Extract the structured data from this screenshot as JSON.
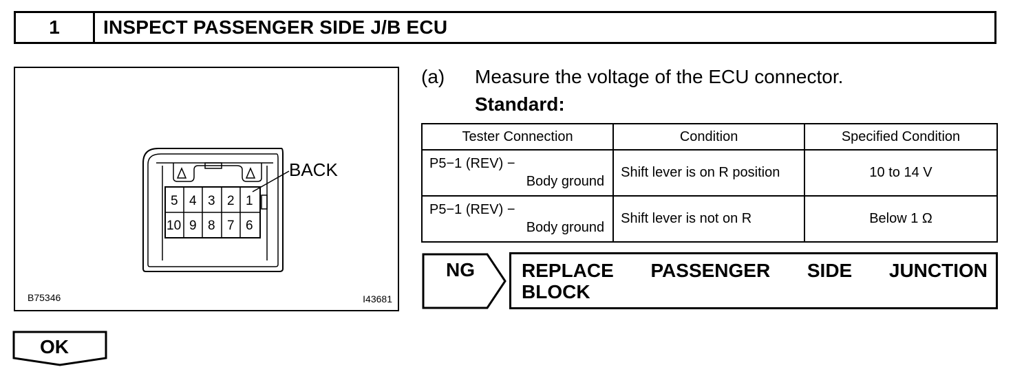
{
  "step": {
    "number": "1",
    "title": "INSPECT PASSENGER SIDE J/B ECU"
  },
  "figure": {
    "back_label": "BACK",
    "pins_top": [
      "5",
      "4",
      "3",
      "2",
      "1"
    ],
    "pins_bottom": [
      "10",
      "9",
      "8",
      "7",
      "6"
    ],
    "code_left": "B75346",
    "code_right": "I43681"
  },
  "instruction": {
    "letter": "(a)",
    "text": "Measure the voltage of the ECU connector.",
    "standard_label": "Standard:"
  },
  "table": {
    "headers": [
      "Tester Connection",
      "Condition",
      "Specified Condition"
    ],
    "rows": [
      {
        "connection_line1": "P5−1 (REV) −",
        "connection_line2": "Body ground",
        "condition": "Shift lever is on R position",
        "specified": "10 to 14 V"
      },
      {
        "connection_line1": "P5−1 (REV) −",
        "connection_line2": "Body ground",
        "condition": "Shift lever is not on R",
        "specified": "Below 1 Ω"
      }
    ]
  },
  "ng": {
    "label": "NG",
    "result_words": [
      "REPLACE",
      "PASSENGER",
      "SIDE",
      "JUNCTION"
    ],
    "result_line2": "BLOCK"
  },
  "ok": {
    "label": "OK"
  }
}
